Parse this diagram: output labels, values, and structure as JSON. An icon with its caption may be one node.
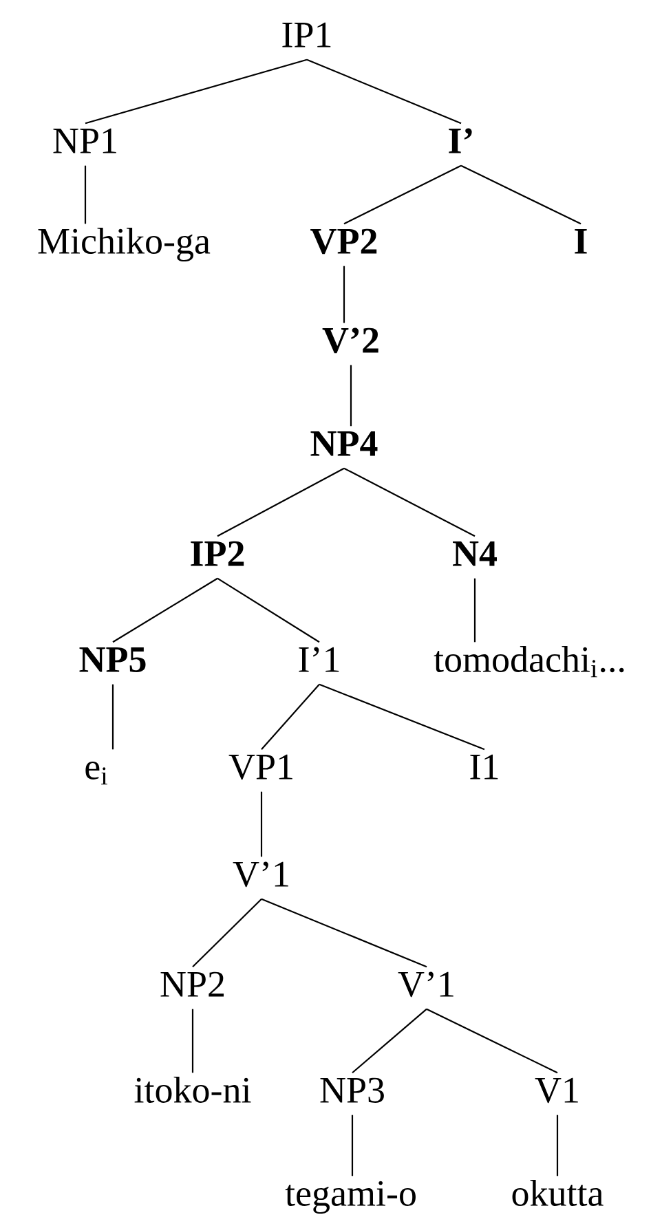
{
  "diagram": {
    "nodes": [
      {
        "text": [
          "IP1"
        ]
      },
      {
        "text": [
          "NP1"
        ]
      },
      {
        "text": [
          "**I’**"
        ]
      },
      {
        "text": [
          "Michiko-ga"
        ]
      },
      {
        "text": [
          "**VP2**"
        ]
      },
      {
        "text": [
          "**I**"
        ]
      },
      {
        "text": [
          "**V’2**"
        ]
      },
      {
        "text": [
          "**NP4**"
        ]
      },
      {
        "text": [
          "**IP2**"
        ]
      },
      {
        "text": [
          "**N4**"
        ]
      },
      {
        "text": [
          "**NP5**"
        ]
      },
      {
        "text": [
          "I’1"
        ]
      },
      {
        "text": [
          "tomodachi$_{i}$..."
        ]
      },
      {
        "text": [
          "e$_{i}$"
        ]
      },
      {
        "text": [
          "VP1"
        ]
      },
      {
        "text": [
          "I1"
        ]
      },
      {
        "text": [
          "V’1"
        ]
      },
      {
        "text": [
          "NP2"
        ]
      },
      {
        "text": [
          "V’1"
        ]
      },
      {
        "text": [
          "itoko-ni"
        ]
      },
      {
        "text": [
          "NP3"
        ]
      },
      {
        "text": [
          "V1"
        ]
      },
      {
        "text": [
          "tegami-o"
        ]
      },
      {
        "text": [
          "okutta"
        ]
      }
    ],
    "edges": [
      {
        "from": 0,
        "to": 1,
        "arrow": "none"
      },
      {
        "from": 0,
        "to": 2,
        "arrow": "none"
      },
      {
        "from": 1,
        "to": 3,
        "arrow": "none"
      },
      {
        "from": 2,
        "to": 4,
        "arrow": "none"
      },
      {
        "from": 2,
        "to": 5,
        "arrow": "none"
      },
      {
        "from": 4,
        "to": 6,
        "arrow": "none"
      },
      {
        "from": 6,
        "to": 7,
        "arrow": "none"
      },
      {
        "from": 7,
        "to": 8,
        "arrow": "none"
      },
      {
        "from": 7,
        "to": 9,
        "arrow": "none"
      },
      {
        "from": 8,
        "to": 10,
        "arrow": "none"
      },
      {
        "from": 8,
        "to": 11,
        "arrow": "none"
      },
      {
        "from": 9,
        "to": 12,
        "arrow": "none"
      },
      {
        "from": 10,
        "to": 13,
        "arrow": "none"
      },
      {
        "from": 11,
        "to": 14,
        "arrow": "none"
      },
      {
        "from": 11,
        "to": 15,
        "arrow": "none"
      },
      {
        "from": 14,
        "to": 16,
        "arrow": "none"
      },
      {
        "from": 16,
        "to": 17,
        "arrow": "none"
      },
      {
        "from": 16,
        "to": 18,
        "arrow": "none"
      },
      {
        "from": 17,
        "to": 19,
        "arrow": "none"
      },
      {
        "from": 18,
        "to": 20,
        "arrow": "none"
      },
      {
        "from": 18,
        "to": 21,
        "arrow": "none"
      },
      {
        "from": 20,
        "to": 22,
        "arrow": "none"
      },
      {
        "from": 21,
        "to": 23,
        "arrow": "none"
      }
    ]
  }
}
